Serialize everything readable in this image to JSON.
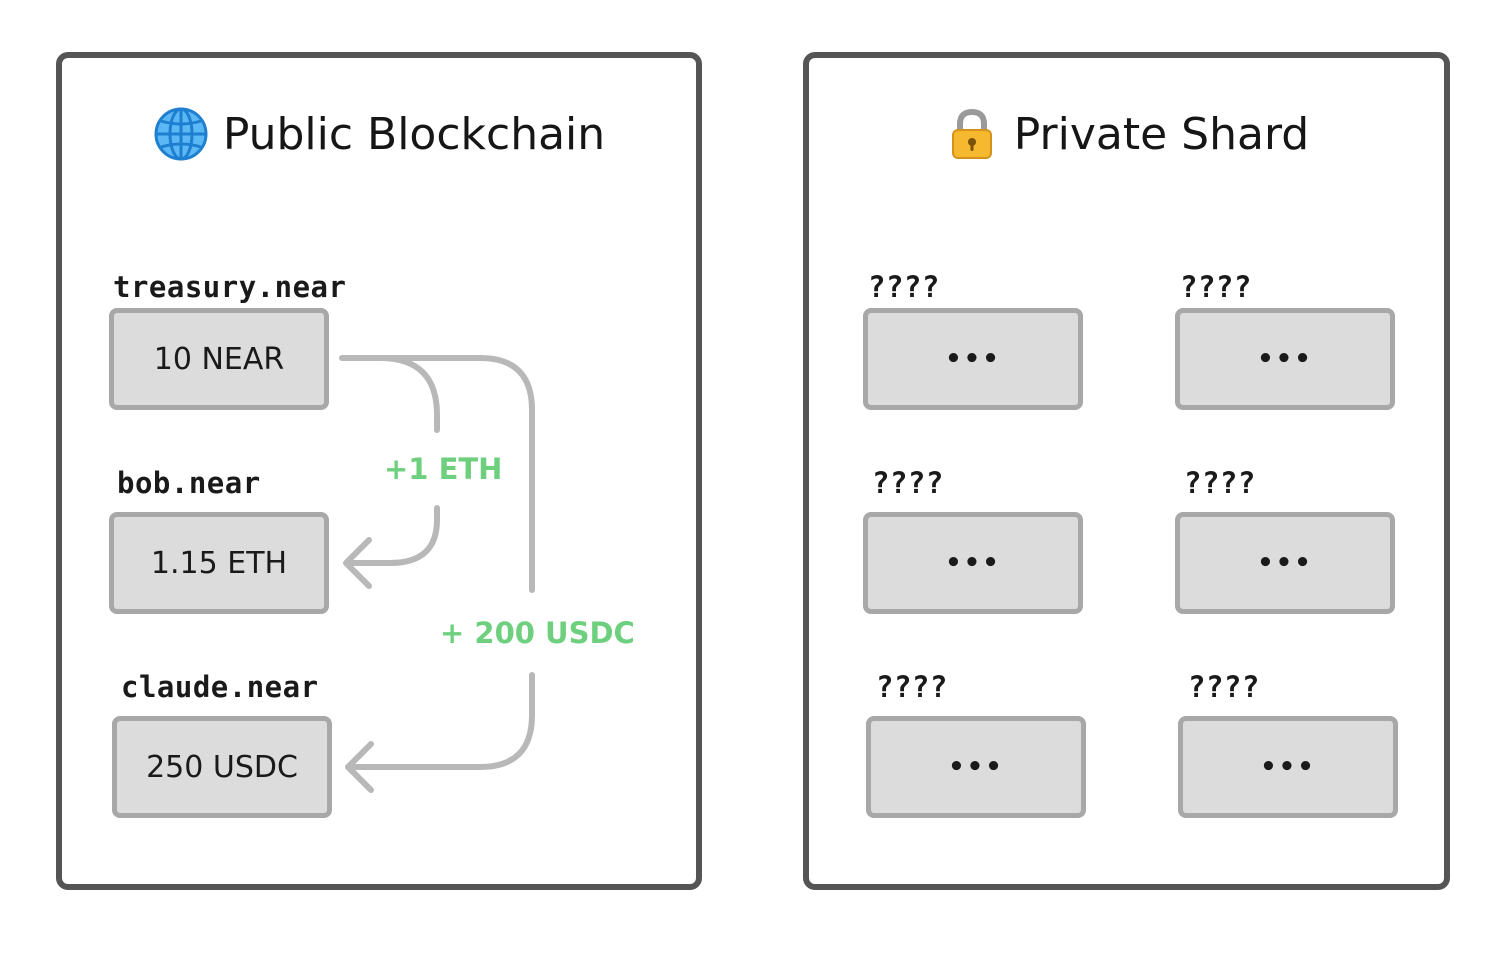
{
  "public_panel": {
    "icon": "globe-icon",
    "title": "Public Blockchain",
    "accounts": [
      {
        "name": "treasury.near",
        "balance": "10 NEAR"
      },
      {
        "name": "bob.near",
        "balance": "1.15 ETH"
      },
      {
        "name": "claude.near",
        "balance": "250 USDC"
      }
    ],
    "transfers": [
      {
        "label": "+1 ETH",
        "from": "treasury.near",
        "to": "bob.near"
      },
      {
        "label": "+ 200 USDC",
        "from": "treasury.near",
        "to": "claude.near"
      }
    ]
  },
  "private_panel": {
    "icon": "lock-icon",
    "title": "Private Shard",
    "accounts": [
      {
        "name": "????",
        "balance": "•••"
      },
      {
        "name": "????",
        "balance": "•••"
      },
      {
        "name": "????",
        "balance": "•••"
      },
      {
        "name": "????",
        "balance": "•••"
      },
      {
        "name": "????",
        "balance": "•••"
      },
      {
        "name": "????",
        "balance": "•••"
      }
    ]
  },
  "colors": {
    "panel_border": "#555555",
    "box_fill": "#dcdcdc",
    "box_border": "#a8a8a8",
    "arrow": "#b8b8b8",
    "transfer_text": "#6ed07e"
  }
}
